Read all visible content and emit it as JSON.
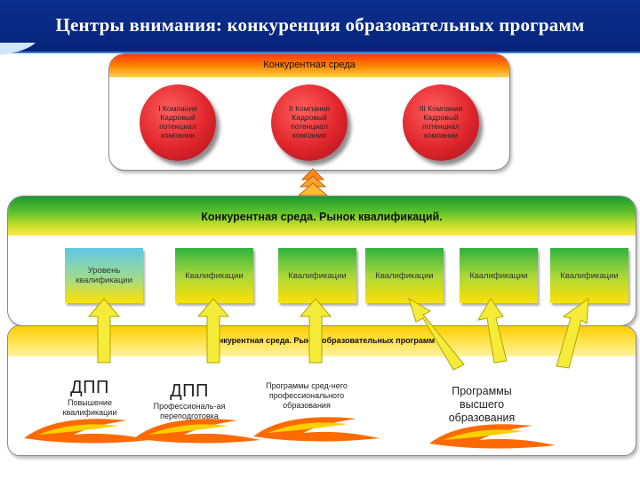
{
  "slide": {
    "title": "Центры внимания: конкуренция образовательных программ"
  },
  "top_panel": {
    "header": "Конкурентная среда",
    "circles": [
      "I Компания Кадровый потенциал компании",
      "II Компания Кадровый потенциал компании",
      "III Компания Кадровый потенциал компании"
    ]
  },
  "mid_panel": {
    "header": "Конкурентная среда. Рынок квалификаций.",
    "level_box": "Уровень квалификации",
    "qualifications": [
      "Квалификации",
      "Квалификации",
      "Квалификации",
      "Квалификации",
      "Квалификации"
    ]
  },
  "bottom_panel": {
    "header": "Конкурентная среда. Рынок образовательных программ",
    "programs": [
      {
        "title": "ДПП",
        "subtitle": "Повышение квалификации"
      },
      {
        "title": "ДПП",
        "subtitle": "Профессиональ-ая переподготовка"
      },
      {
        "title": "",
        "subtitle": "Программы сред-него профессионального образования"
      },
      {
        "title": "",
        "subtitle": "Программы высшего образования"
      }
    ]
  },
  "colors": {
    "title_bar": "#06237a",
    "circle_red": "#e0262c",
    "arrow_fill": "#f5ec3a",
    "header_green": "#1b9a2e",
    "header_yellow": "#ffcc00",
    "header_orange": "#ff5a10"
  }
}
